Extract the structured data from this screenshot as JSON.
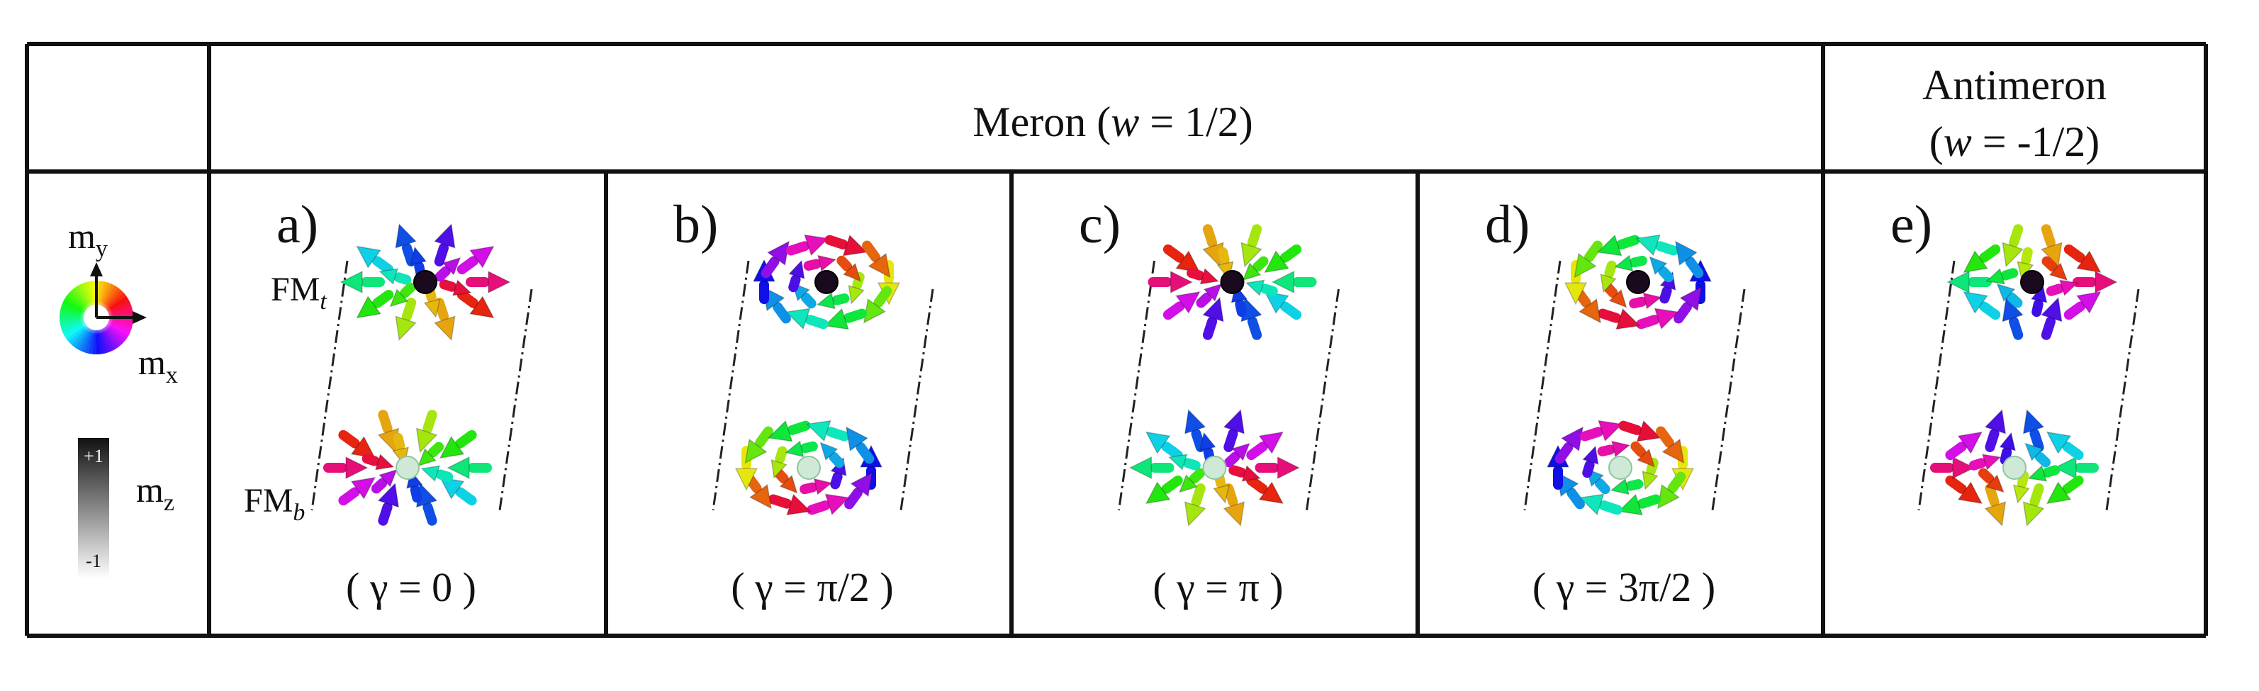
{
  "header": {
    "meron_prefix": "Meron (",
    "meron_w": "w",
    "meron_suffix": " = 1/2)",
    "antimeron_title": "Antimeron",
    "antimeron_prefix": "(",
    "antimeron_w": "w",
    "antimeron_suffix": " = -1/2)"
  },
  "legend": {
    "my_base": "m",
    "my_sub": "y",
    "mx_base": "m",
    "mx_sub": "x",
    "mz_base": "m",
    "mz_sub": "z",
    "mz_max": "+1",
    "mz_min": "-1"
  },
  "layers": {
    "top_base": "FM",
    "top_sub": "t",
    "bottom_base": "FM",
    "bottom_sub": "b"
  },
  "panels": [
    {
      "label": "a)",
      "gamma": "( γ = 0 )"
    },
    {
      "label": "b)",
      "gamma": "( γ = π/2 )"
    },
    {
      "label": "c)",
      "gamma": "( γ = π )"
    },
    {
      "label": "d)",
      "gamma": "( γ = 3π/2 )"
    },
    {
      "label": "e)",
      "gamma": ""
    }
  ],
  "colors": {
    "frame": "#111111",
    "arrow_palette": [
      "#e81e5a",
      "#ef5b14",
      "#f5a019",
      "#b8c41c",
      "#3fae2a",
      "#20b59a",
      "#2a9fd6",
      "#2d4fb0",
      "#5b2bb5",
      "#a32bb5",
      "#d4388f",
      "#caa8d8",
      "#b5c4e0",
      "#d9cfa8"
    ]
  }
}
